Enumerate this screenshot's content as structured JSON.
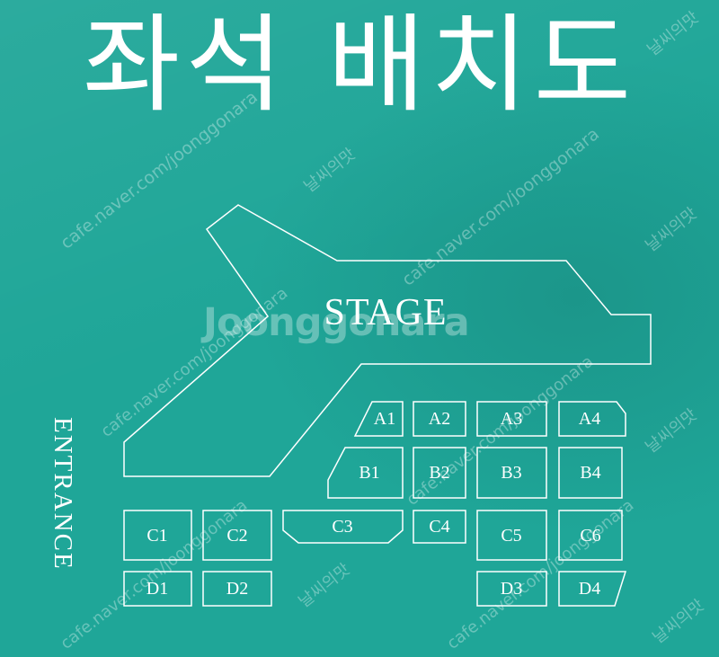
{
  "title": "좌석 배치도",
  "stage_label": "STAGE",
  "entrance_label": "ENTRANCE",
  "sections": [
    {
      "id": "A1",
      "label": "A1"
    },
    {
      "id": "A2",
      "label": "A2"
    },
    {
      "id": "A3",
      "label": "A3"
    },
    {
      "id": "A4",
      "label": "A4"
    },
    {
      "id": "B1",
      "label": "B1"
    },
    {
      "id": "B2",
      "label": "B2"
    },
    {
      "id": "B3",
      "label": "B3"
    },
    {
      "id": "B4",
      "label": "B4"
    },
    {
      "id": "C1",
      "label": "C1"
    },
    {
      "id": "C2",
      "label": "C2"
    },
    {
      "id": "C3",
      "label": "C3"
    },
    {
      "id": "C4",
      "label": "C4"
    },
    {
      "id": "C5",
      "label": "C5"
    },
    {
      "id": "C6",
      "label": "C6"
    },
    {
      "id": "D1",
      "label": "D1"
    },
    {
      "id": "D2",
      "label": "D2"
    },
    {
      "id": "D3",
      "label": "D3"
    },
    {
      "id": "D4",
      "label": "D4"
    }
  ],
  "watermark": {
    "brand": "Joonggonara",
    "url": "cafe.naver.com/joonggonara",
    "tag": "날씨의맛"
  },
  "colors": {
    "background": "#1fa698",
    "line": "#ffffff"
  }
}
